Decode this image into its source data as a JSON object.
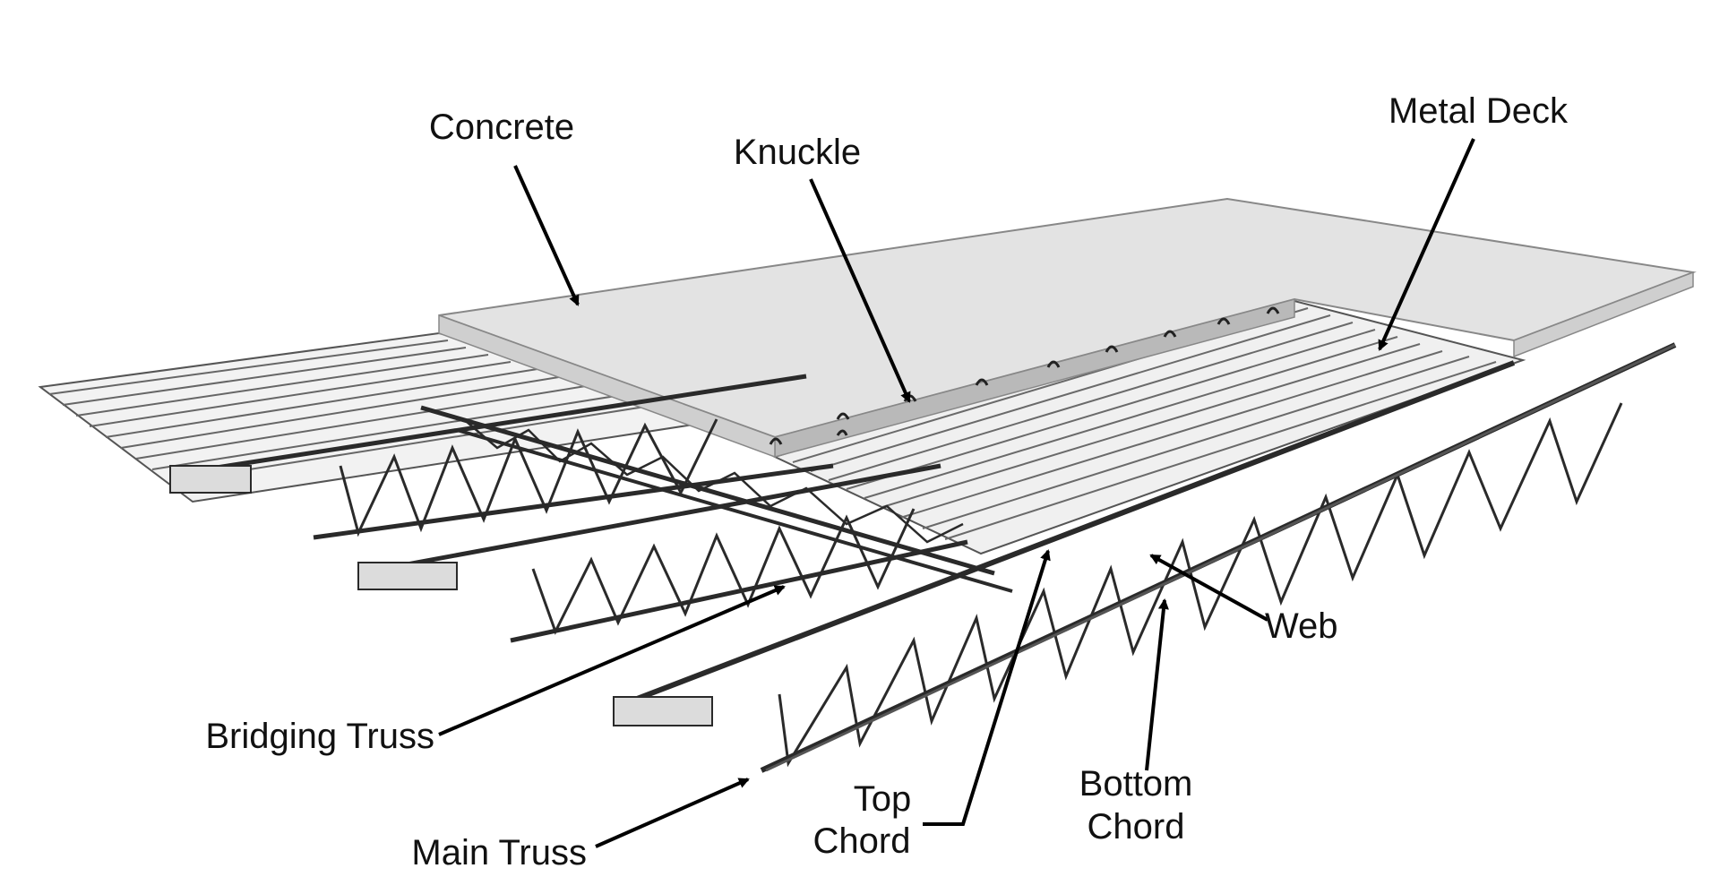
{
  "labels": {
    "concrete": "Concrete",
    "knuckle": "Knuckle",
    "metal_deck": "Metal Deck",
    "web": "Web",
    "bridging_truss": "Bridging Truss",
    "main_truss": "Main Truss",
    "top_chord_line1": "Top",
    "top_chord_line2": "Chord",
    "bottom_chord_line1": "Bottom",
    "bottom_chord_line2": "Chord"
  },
  "colors": {
    "concrete_top": "#e2e2e2",
    "concrete_edge": "#bdbdbd",
    "deck": "#efefef",
    "steel": "#2a2a2a",
    "arrow": "#000000",
    "background": "#ffffff"
  }
}
